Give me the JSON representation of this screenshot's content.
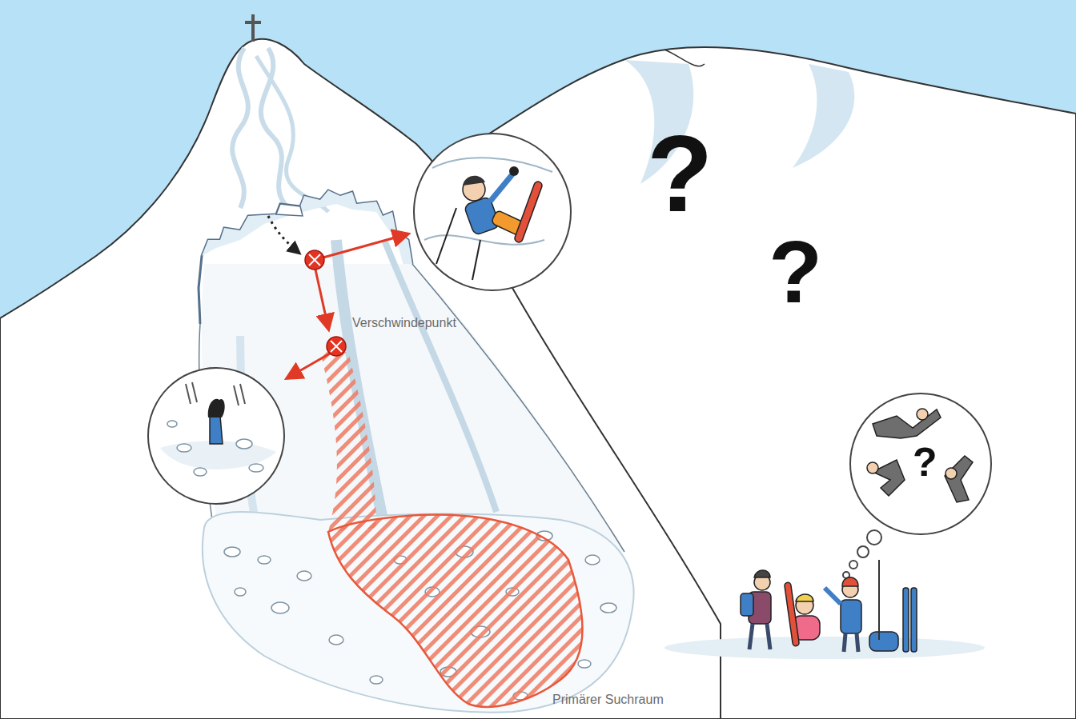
{
  "diagram": {
    "labels": [
      "Verschwindepunkt",
      "Primärer Suchraum",
      "?",
      "?",
      "?"
    ]
  }
}
